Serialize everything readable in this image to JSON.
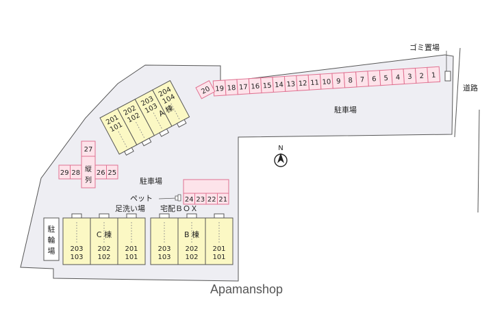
{
  "labels": {
    "garbage": "ゴミ置場",
    "road": "道路",
    "parking_top": "駐車場",
    "parking_mid": "駐車場",
    "north": "N",
    "pet": "ペット",
    "foot_wash": "足洗い場",
    "delivery": "宅配ＢＯＸ",
    "bike_line1": "駐",
    "bike_line2": "輪",
    "bike_line3": "場",
    "vertical_1": "縦",
    "vertical_2": "列"
  },
  "parking": {
    "top_row": [
      "19",
      "18",
      "17",
      "16",
      "15",
      "14",
      "13",
      "12",
      "11",
      "10",
      "9",
      "8",
      "7",
      "6",
      "5",
      "4",
      "3",
      "2",
      "1"
    ],
    "corner": "20",
    "left_row": [
      "29",
      "28"
    ],
    "left_row2": [
      "26",
      "25"
    ],
    "left_top": "27",
    "middle_row": [
      "24",
      "23",
      "22",
      "21"
    ]
  },
  "buildings": {
    "a": {
      "name": "A 棟",
      "units": [
        {
          "upper": "201",
          "lower": "101"
        },
        {
          "upper": "202",
          "lower": "102"
        },
        {
          "upper": "203",
          "lower": "103"
        },
        {
          "upper": "204",
          "lower": "104"
        }
      ]
    },
    "c": {
      "name": "C 棟",
      "units": [
        {
          "upper": "203",
          "lower": "103"
        },
        {
          "upper": "202",
          "lower": "102"
        },
        {
          "upper": "201",
          "lower": "101"
        }
      ]
    },
    "b": {
      "name": "B 棟",
      "units": [
        {
          "upper": "203",
          "lower": "103"
        },
        {
          "upper": "202",
          "lower": "102"
        },
        {
          "upper": "201",
          "lower": "101"
        }
      ]
    }
  },
  "watermark": "Apamanshop",
  "colors": {
    "lot": "#eeeef3",
    "parking_fill": "#fde3ea",
    "parking_stroke": "#e07090",
    "building_fill": "#fbf8c4",
    "outline": "#555555"
  }
}
